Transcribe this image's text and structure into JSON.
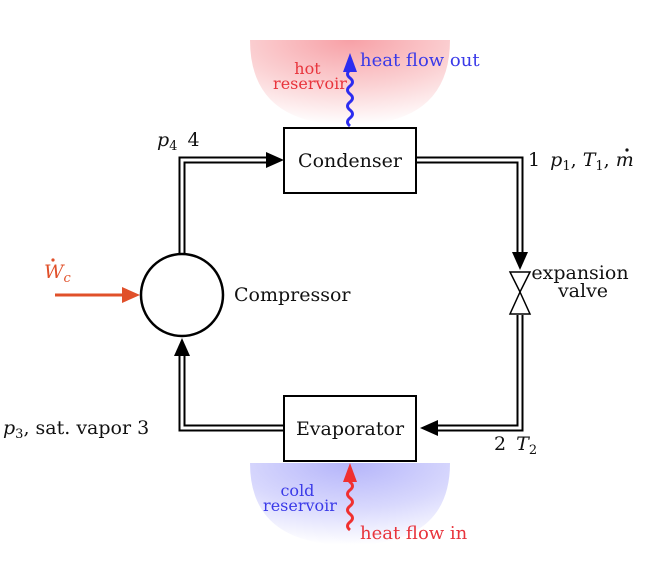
{
  "components": {
    "condenser": "Condenser",
    "evaporator": "Evaporator",
    "compressor": "Compressor",
    "expansion_valve": [
      "expansion",
      "valve"
    ]
  },
  "reservoirs": {
    "hot": [
      "hot",
      "reservoir"
    ],
    "cold": [
      "cold",
      "reservoir"
    ]
  },
  "heat_flows": {
    "out": "heat flow out",
    "in": "heat flow in"
  },
  "work": {
    "symbol": "W",
    "subscript": "c"
  },
  "states": {
    "s1": {
      "number": "1",
      "pressure": "p",
      "pressure_sub": "1",
      "temperature": "T",
      "temperature_sub": "1",
      "flow": "m"
    },
    "s2": {
      "number": "2",
      "temperature": "T",
      "temperature_sub": "2"
    },
    "s3": {
      "pressure": "p",
      "pressure_sub": "3",
      "description": ", sat. vapor",
      "number": "3"
    },
    "s4": {
      "pressure": "p",
      "pressure_sub": "4",
      "number": "4"
    }
  },
  "colors": {
    "hot": "#e8343c",
    "cold_text": "#3a3ae8",
    "heat_out_arrow": "#2c2cf0",
    "heat_in_arrow": "#f03030",
    "work_arrow": "#e0502a",
    "line": "#000000"
  }
}
